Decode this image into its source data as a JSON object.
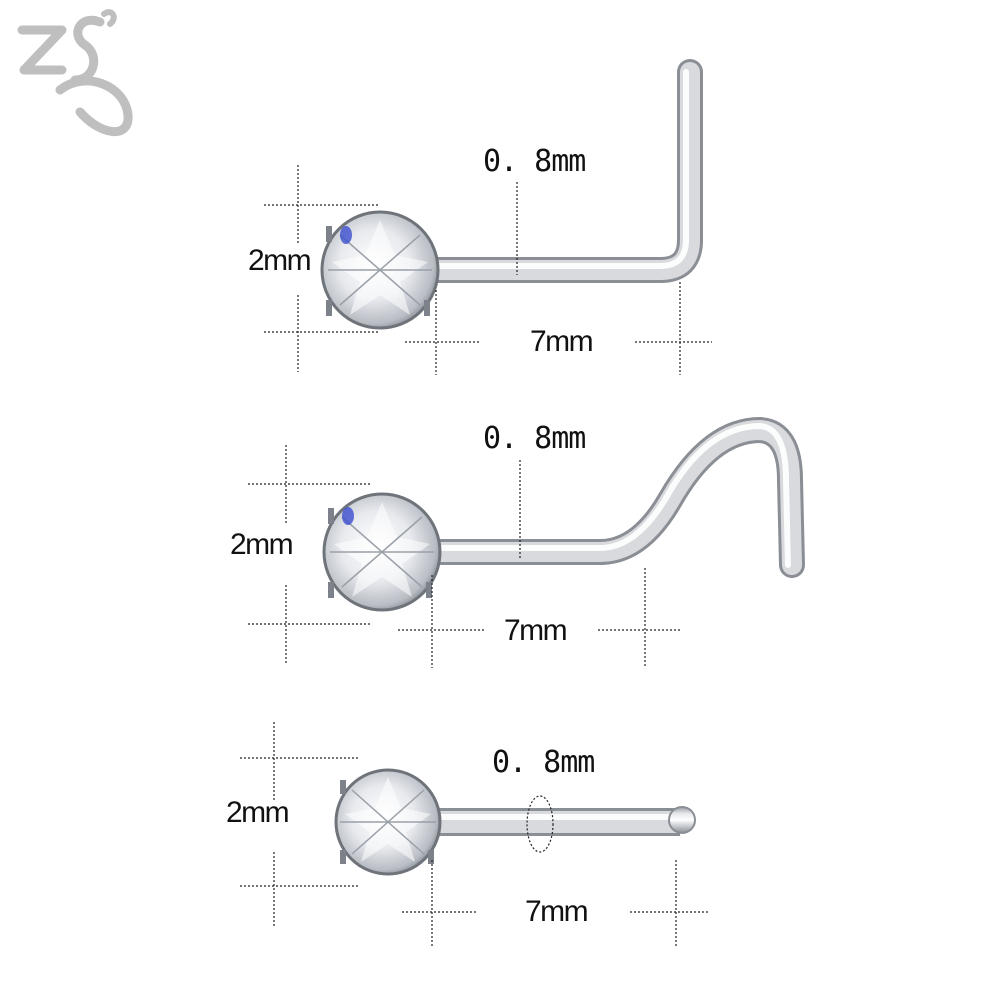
{
  "logo": {
    "text": "ZS",
    "color": "#bfbfbf"
  },
  "colors": {
    "background": "#ffffff",
    "metal_light": "#f2f3f5",
    "metal_mid": "#c9ccd1",
    "metal_dark": "#8a8e95",
    "guide_lines": "#222222",
    "text": "#111111"
  },
  "pieces": [
    {
      "name": "l-shaped-nose-stud",
      "shape": "L-bend",
      "gem_size_label": "2mm",
      "wire_gauge_label": "0. 8mm",
      "length_label": "7mm"
    },
    {
      "name": "screw-nose-stud",
      "shape": "screw-curve",
      "gem_size_label": "2mm",
      "wire_gauge_label": "0. 8mm",
      "length_label": "7mm"
    },
    {
      "name": "straight-nose-bone",
      "shape": "straight-ball-end",
      "gem_size_label": "2mm",
      "wire_gauge_label": "0. 8mm",
      "length_label": "7mm"
    }
  ]
}
